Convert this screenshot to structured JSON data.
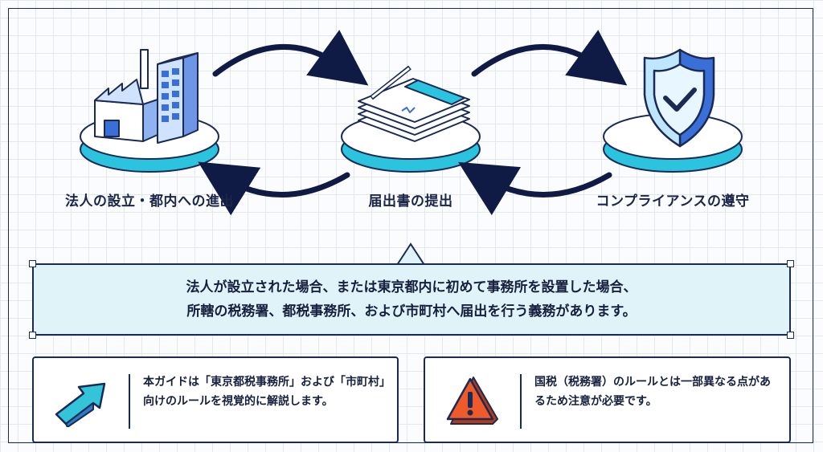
{
  "steps": [
    {
      "label": "法人の設立・都内への進出",
      "icon": "factory-office-icon"
    },
    {
      "label": "届出書の提出",
      "icon": "documents-pen-icon"
    },
    {
      "label": "コンプライアンスの遵守",
      "icon": "shield-check-icon"
    }
  ],
  "callout": {
    "line1": "法人が設立された場合、または東京都内に初めて事務所を設置した場合、",
    "line2": "所轄の税務署、都税事務所、および市町村へ届出を行う義務があります。"
  },
  "cards": [
    {
      "icon": "arrow-icon",
      "text": "本ガイドは「東京都税事務所」および「市町村」向けのルールを視覚的に解説します。"
    },
    {
      "icon": "warning-icon",
      "text": "国税（税務署）のルールとは一部異なる点があるため注意が必要です。"
    }
  ],
  "colors": {
    "navy": "#1b2a55",
    "cyan": "#2bc3dd",
    "light_cyan": "#dff3f8",
    "blue": "#3b6fd8",
    "warning": "#ee5a2a"
  }
}
